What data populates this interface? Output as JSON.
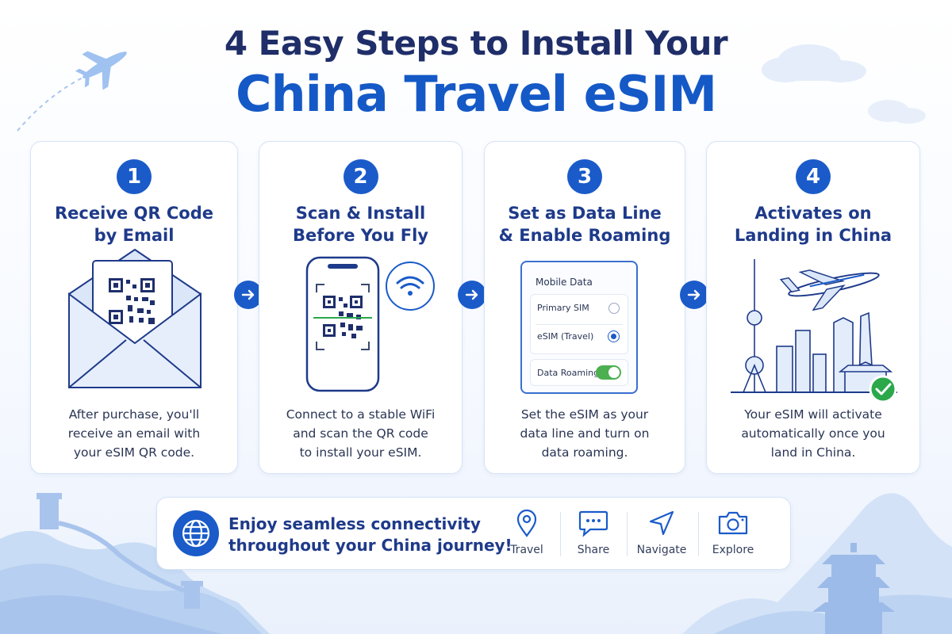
{
  "header": {
    "title_line1": "4 Easy Steps to Install Your",
    "title_line2": "China Travel eSIM"
  },
  "steps": [
    {
      "number": "1",
      "title": "Receive QR Code\nby Email",
      "description": "After purchase, you'll\nreceive an email with\nyour eSIM QR code.",
      "icon": "envelope-qr-icon"
    },
    {
      "number": "2",
      "title": "Scan & Install\nBefore You Fly",
      "description": "Connect to a stable WiFi\nand scan the QR code\nto install your eSIM.",
      "icon": "phone-scan-icon"
    },
    {
      "number": "3",
      "title": "Set as Data Line\n& Enable Roaming",
      "description": "Set the eSIM as your\ndata line and turn on\ndata roaming.",
      "icon": "settings-panel-icon",
      "panel": {
        "heading": "Mobile Data",
        "primary_sim": "Primary SIM",
        "esim": "eSIM (Travel)",
        "roaming": "Data Roaming"
      }
    },
    {
      "number": "4",
      "title": "Activates on\nLanding in China",
      "description": "Your eSIM will activate\nautomatically once you\nland in China.",
      "icon": "city-plane-icon"
    }
  ],
  "banner": {
    "text": "Enjoy seamless connectivity\nthroughout your China journey!",
    "items": [
      {
        "label": "Travel",
        "icon": "location-pin-icon"
      },
      {
        "label": "Share",
        "icon": "chat-bubble-icon"
      },
      {
        "label": "Navigate",
        "icon": "navigation-arrow-icon"
      },
      {
        "label": "Explore",
        "icon": "camera-icon"
      }
    ]
  },
  "colors": {
    "primary": "#1a5bc9",
    "heading": "#1f2e68",
    "title_blue": "#1559c7",
    "success": "#2aa84a",
    "toggle_on": "#4caf50"
  }
}
